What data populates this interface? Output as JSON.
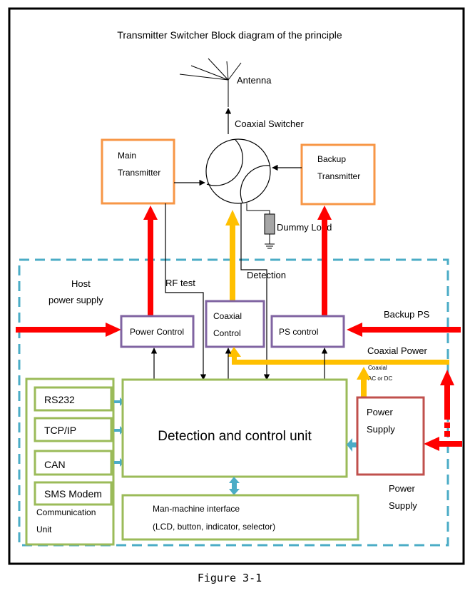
{
  "title": "Transmitter Switcher Block diagram of the principle",
  "caption": "Figure 3-1",
  "colors": {
    "frame": "#000000",
    "dashed_border": "#4bacc6",
    "orange_box": "#f79646",
    "purple_box": "#8064a2",
    "green_box": "#9bbb59",
    "red_box": "#c0504d",
    "red_arrow": "#ff0000",
    "yellow_arrow": "#ffc000",
    "blue_arrow": "#4bacc6"
  },
  "labels": {
    "antenna": "Antenna",
    "coaxial_switcher": "Coaxial Switcher",
    "main_tx_line1": "Main",
    "main_tx_line2": "Transmitter",
    "backup_tx_line1": "Backup",
    "backup_tx_line2": "Transmitter",
    "dummy_load": "Dummy Load",
    "detection": "Detection",
    "rf_test": "RF test",
    "host_ps_line1": "Host",
    "host_ps_line2": "power supply",
    "power_control": "Power Control",
    "coaxial_control_line1": "Coaxial",
    "coaxial_control_line2": "Control",
    "ps_control": "PS control",
    "backup_ps": "Backup PS",
    "coaxial_power": "Coaxial Power",
    "coaxial_ac_line1": "Coaxial",
    "coaxial_ac_line2": "AC or DC",
    "rs232": "RS232",
    "tcpip": "TCP/IP",
    "can": "CAN",
    "sms_modem": "SMS Modem",
    "comm_unit_line1": "Communication",
    "comm_unit_line2": "Unit",
    "detection_control": "Detection and control unit",
    "power_supply_line1": "Power",
    "power_supply_line2": "Supply",
    "power_supply_ext_line1": "Power",
    "power_supply_ext_line2": "Supply",
    "mmi_line1": "Man-machine interface",
    "mmi_line2": "(LCD, button, indicator, selector)"
  }
}
